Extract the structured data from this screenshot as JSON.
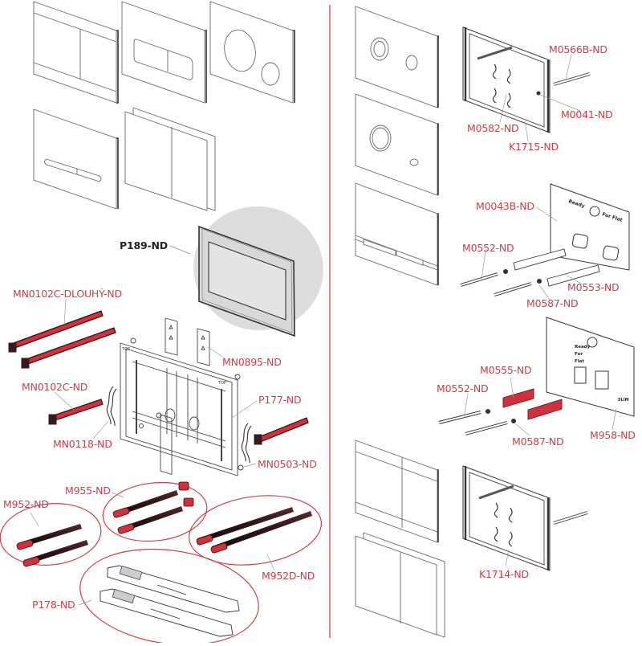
{
  "diagram": {
    "type": "exploded-parts-diagram",
    "colors": {
      "label": "#c8404a",
      "divider": "#c8404a",
      "highlight_fill": "#dcdcdc",
      "outline": "#555555",
      "part_red": "#d2303a",
      "part_dark": "#3a1a1c"
    },
    "left_panel": {
      "flush_plates": [
        {
          "name": "plate-square-two-button",
          "style": "two rectangular buttons with bands"
        },
        {
          "name": "plate-rounded-two-button",
          "style": "rounded pill dual button"
        },
        {
          "name": "plate-round-two-button",
          "style": "large and small round buttons"
        },
        {
          "name": "plate-slim-bar-button",
          "style": "slim bar dual button"
        },
        {
          "name": "plate-glass-two-panel",
          "style": "two panel glass plate"
        }
      ],
      "highlighted_part": {
        "code": "P189-ND",
        "description": "frame"
      },
      "parts": [
        {
          "code": "MN0102C-DLOUHÝ-ND"
        },
        {
          "code": "MN0102C-ND"
        },
        {
          "code": "MN0118-ND"
        },
        {
          "code": "MN0895-ND"
        },
        {
          "code": "P177-ND"
        },
        {
          "code": "MN0503-ND"
        },
        {
          "code": "M955-ND"
        },
        {
          "code": "M952-ND"
        },
        {
          "code": "M952D-ND"
        },
        {
          "code": "P178-ND"
        }
      ],
      "frame_marks": [
        "TOP",
        "TOP"
      ]
    },
    "right_panel": {
      "flush_plates": [
        {
          "name": "plate-ring-dual-button"
        },
        {
          "name": "plate-ring-touchless-sensor"
        },
        {
          "name": "plate-bar-dual-button"
        },
        {
          "name": "plate-square-two-button"
        },
        {
          "name": "plate-glass-two-panel"
        }
      ],
      "group_1": [
        {
          "code": "M0566B-ND"
        },
        {
          "code": "M0041-ND"
        },
        {
          "code": "M0582-ND"
        },
        {
          "code": "K1715-ND"
        }
      ],
      "group_2": [
        {
          "code": "M0043B-ND"
        },
        {
          "code": "M0552-ND"
        },
        {
          "code": "M0553-ND"
        },
        {
          "code": "M0587-ND"
        }
      ],
      "group_2_plate_text": [
        "Ready",
        "For Flat"
      ],
      "group_3": [
        {
          "code": "M0555-ND"
        },
        {
          "code": "M0552-ND"
        },
        {
          "code": "M0587-ND"
        },
        {
          "code": "M958-ND"
        }
      ],
      "group_3_plate_text": [
        "Ready",
        "For",
        "Flat",
        "SLIM"
      ],
      "group_4": [
        {
          "code": "K1714-ND"
        }
      ]
    }
  }
}
